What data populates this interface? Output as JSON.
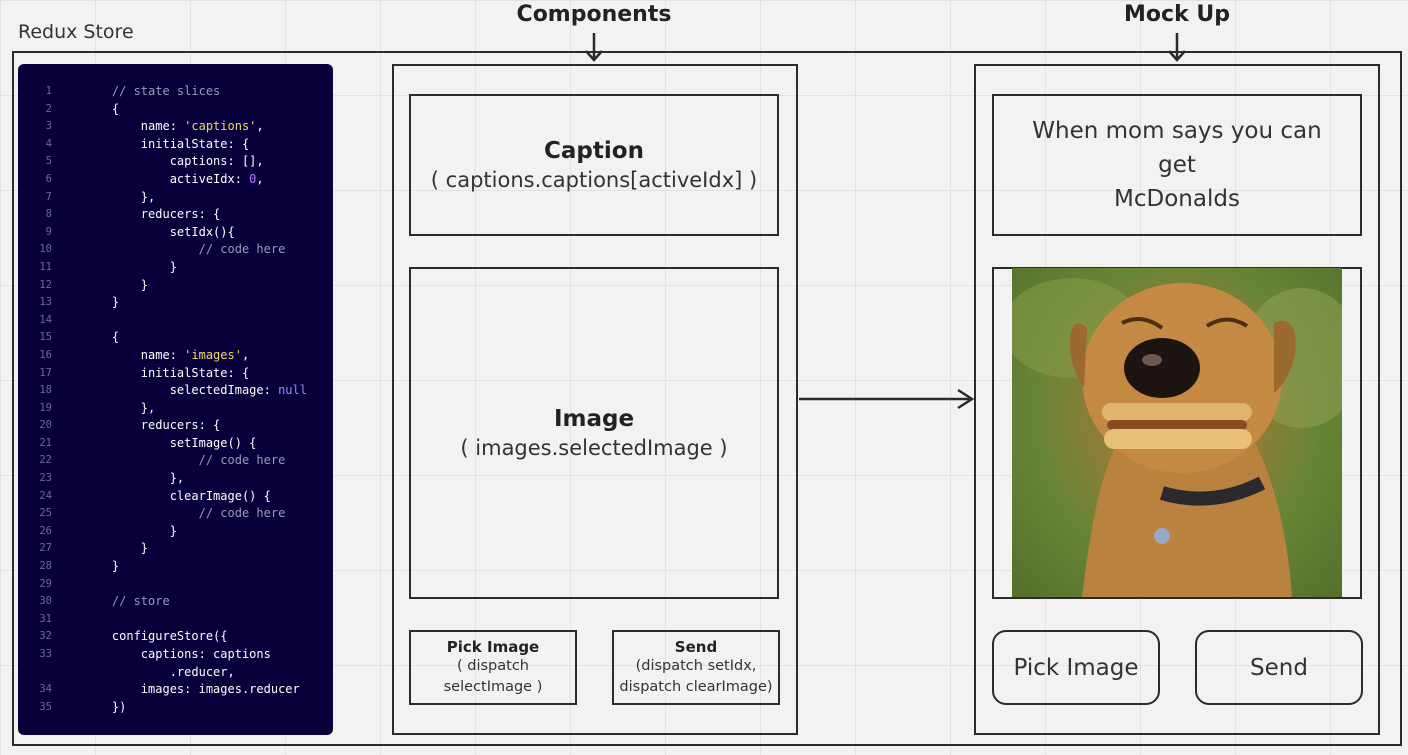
{
  "store_label": "Redux Store",
  "headings": {
    "components": "Components",
    "mockup": "Mock Up"
  },
  "code_lines": [
    {
      "n": "1",
      "parts": [
        [
          "c",
          "    // state slices"
        ]
      ]
    },
    {
      "n": "2",
      "parts": [
        [
          "p",
          "    {"
        ]
      ]
    },
    {
      "n": "3",
      "parts": [
        [
          "p",
          "        name: "
        ],
        [
          "s",
          "'captions'"
        ],
        [
          "p",
          ","
        ]
      ]
    },
    {
      "n": "4",
      "parts": [
        [
          "p",
          "        initialState: {"
        ]
      ]
    },
    {
      "n": "5",
      "parts": [
        [
          "p",
          "            captions: [],"
        ]
      ]
    },
    {
      "n": "6",
      "parts": [
        [
          "p",
          "            activeIdx: "
        ],
        [
          "num",
          "0"
        ],
        [
          "p",
          ","
        ]
      ]
    },
    {
      "n": "7",
      "parts": [
        [
          "p",
          "        },"
        ]
      ]
    },
    {
      "n": "8",
      "parts": [
        [
          "p",
          "        reducers: {"
        ]
      ]
    },
    {
      "n": "9",
      "parts": [
        [
          "p",
          "            setIdx(){"
        ]
      ]
    },
    {
      "n": "10",
      "parts": [
        [
          "c",
          "                // code here"
        ]
      ]
    },
    {
      "n": "11",
      "parts": [
        [
          "p",
          "            }"
        ]
      ]
    },
    {
      "n": "12",
      "parts": [
        [
          "p",
          "        }"
        ]
      ]
    },
    {
      "n": "13",
      "parts": [
        [
          "p",
          "    }"
        ]
      ]
    },
    {
      "n": "14",
      "parts": [
        [
          "p",
          ""
        ]
      ]
    },
    {
      "n": "15",
      "parts": [
        [
          "p",
          "    {"
        ]
      ]
    },
    {
      "n": "16",
      "parts": [
        [
          "p",
          "        name: "
        ],
        [
          "s",
          "'images'"
        ],
        [
          "p",
          ","
        ]
      ]
    },
    {
      "n": "17",
      "parts": [
        [
          "p",
          "        initialState: {"
        ]
      ]
    },
    {
      "n": "18",
      "parts": [
        [
          "p",
          "            selectedImage: "
        ],
        [
          "num",
          "null"
        ]
      ]
    },
    {
      "n": "19",
      "parts": [
        [
          "p",
          "        },"
        ]
      ]
    },
    {
      "n": "20",
      "parts": [
        [
          "p",
          "        reducers: {"
        ]
      ]
    },
    {
      "n": "21",
      "parts": [
        [
          "p",
          "            setImage() {"
        ]
      ]
    },
    {
      "n": "22",
      "parts": [
        [
          "c",
          "                // code here"
        ]
      ]
    },
    {
      "n": "23",
      "parts": [
        [
          "p",
          "            },"
        ]
      ]
    },
    {
      "n": "24",
      "parts": [
        [
          "p",
          "            clearImage() {"
        ]
      ]
    },
    {
      "n": "25",
      "parts": [
        [
          "c",
          "                // code here"
        ]
      ]
    },
    {
      "n": "26",
      "parts": [
        [
          "p",
          "            }"
        ]
      ]
    },
    {
      "n": "27",
      "parts": [
        [
          "p",
          "        }"
        ]
      ]
    },
    {
      "n": "28",
      "parts": [
        [
          "p",
          "    }"
        ]
      ]
    },
    {
      "n": "29",
      "parts": [
        [
          "p",
          ""
        ]
      ]
    },
    {
      "n": "30",
      "parts": [
        [
          "c",
          "    // store"
        ]
      ]
    },
    {
      "n": "31",
      "parts": [
        [
          "p",
          ""
        ]
      ]
    },
    {
      "n": "32",
      "parts": [
        [
          "p",
          "    configureStore({"
        ]
      ]
    },
    {
      "n": "33",
      "parts": [
        [
          "p",
          "        captions: captions"
        ]
      ]
    },
    {
      "n": "",
      "parts": [
        [
          "p",
          "            .reducer,"
        ]
      ]
    },
    {
      "n": "34",
      "parts": [
        [
          "p",
          "        images: images.reducer"
        ]
      ]
    },
    {
      "n": "35",
      "parts": [
        [
          "p",
          "    })"
        ]
      ]
    }
  ],
  "components": {
    "caption": {
      "title": "Caption",
      "sub": "( captions.captions[activeIdx] )"
    },
    "image": {
      "title": "Image",
      "sub": "( images.selectedImage )"
    },
    "pick": {
      "title": "Pick Image",
      "sub1": "( dispatch",
      "sub2": "selectImage )"
    },
    "send": {
      "title": "Send",
      "sub1": "(dispatch setIdx,",
      "sub2": "dispatch clearImage)"
    }
  },
  "mockup": {
    "caption_line1": "When mom says you can get",
    "caption_line2": "McDonalds",
    "image_subject": "dog-with-burger-photo",
    "pick_button": "Pick Image",
    "send_button": "Send"
  },
  "colors": {
    "code_bg": "#07003a",
    "canvas_bg": "#f2f2f2",
    "stroke": "#2b2b2b"
  }
}
